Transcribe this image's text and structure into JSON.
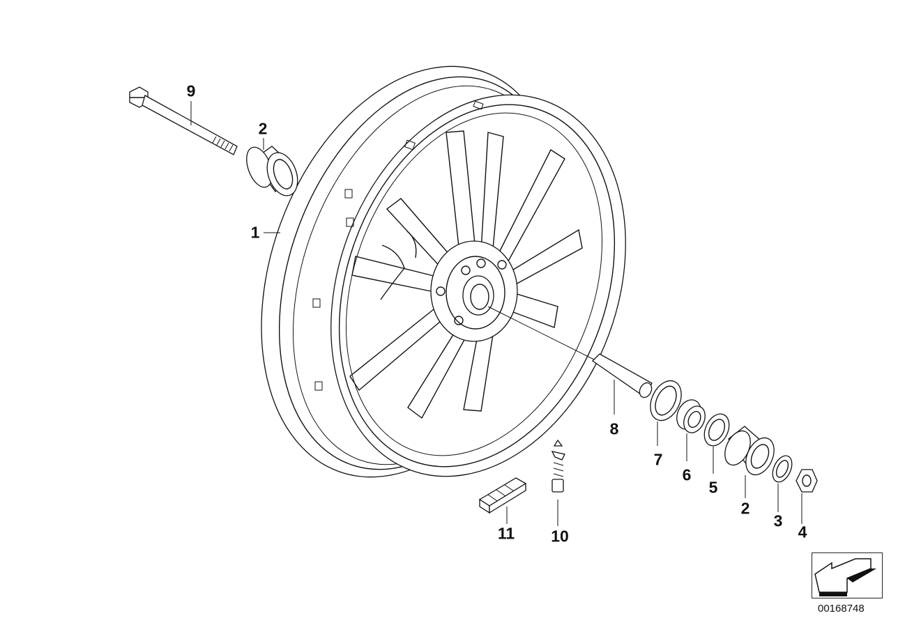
{
  "callouts": {
    "c1": "1",
    "c2a": "2",
    "c9": "9",
    "c8": "8",
    "c7": "7",
    "c6": "6",
    "c5": "5",
    "c2b": "2",
    "c3": "3",
    "c4": "4",
    "c10": "10",
    "c11": "11"
  },
  "drawing_code": "00168748",
  "nav_icon": "arrow-icon"
}
